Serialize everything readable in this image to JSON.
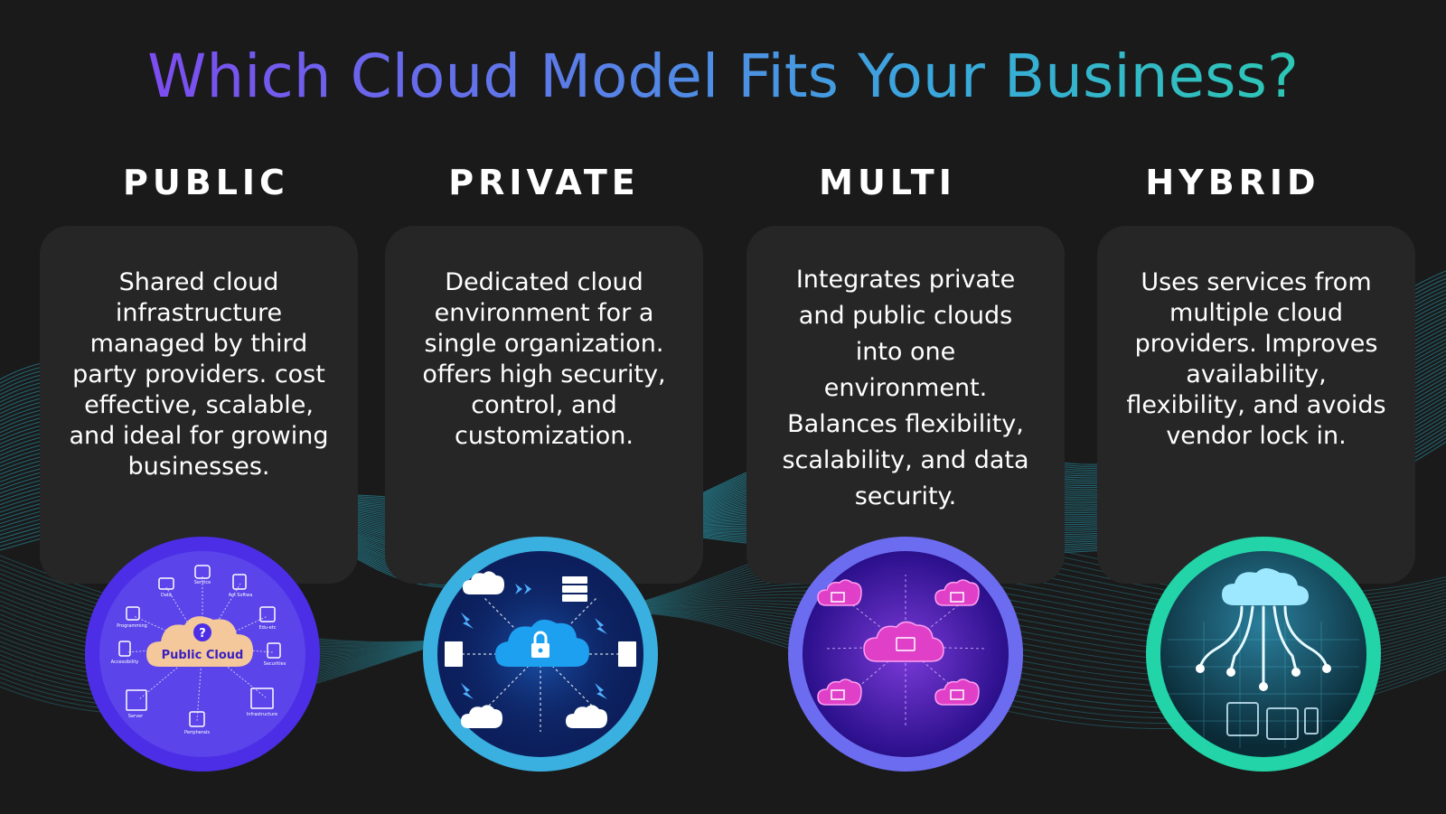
{
  "title": "Which Cloud Model Fits Your Business?",
  "columns": [
    {
      "heading": "PUBLIC",
      "description": "Shared cloud infrastructure managed by third party providers. cost effective, scalable, and ideal for growing businesses.",
      "ring_color": "#4b2ee6",
      "image": {
        "center_label": "Public Cloud",
        "labels": [
          "Data",
          "Service",
          "Ani Softwa",
          "Edu-etc",
          "Programming",
          "Accessibility",
          "Server",
          "Peripherals",
          "Infrastructure",
          "Securities"
        ]
      }
    },
    {
      "heading": "PRIVATE",
      "description": "Dedicated cloud environment for a single organization. offers high security, control, and customization.",
      "ring_color": "#3ab0e0"
    },
    {
      "heading": "MULTI",
      "description": "Integrates private and public clouds into one environment. Balances flexibility, scalability, and data security.",
      "ring_color": "#6c6cf0"
    },
    {
      "heading": "HYBRID",
      "description": "Uses services from multiple cloud providers. Improves availability, flexibility, and avoids vendor lock in.",
      "ring_color": "#22d4a8"
    }
  ]
}
